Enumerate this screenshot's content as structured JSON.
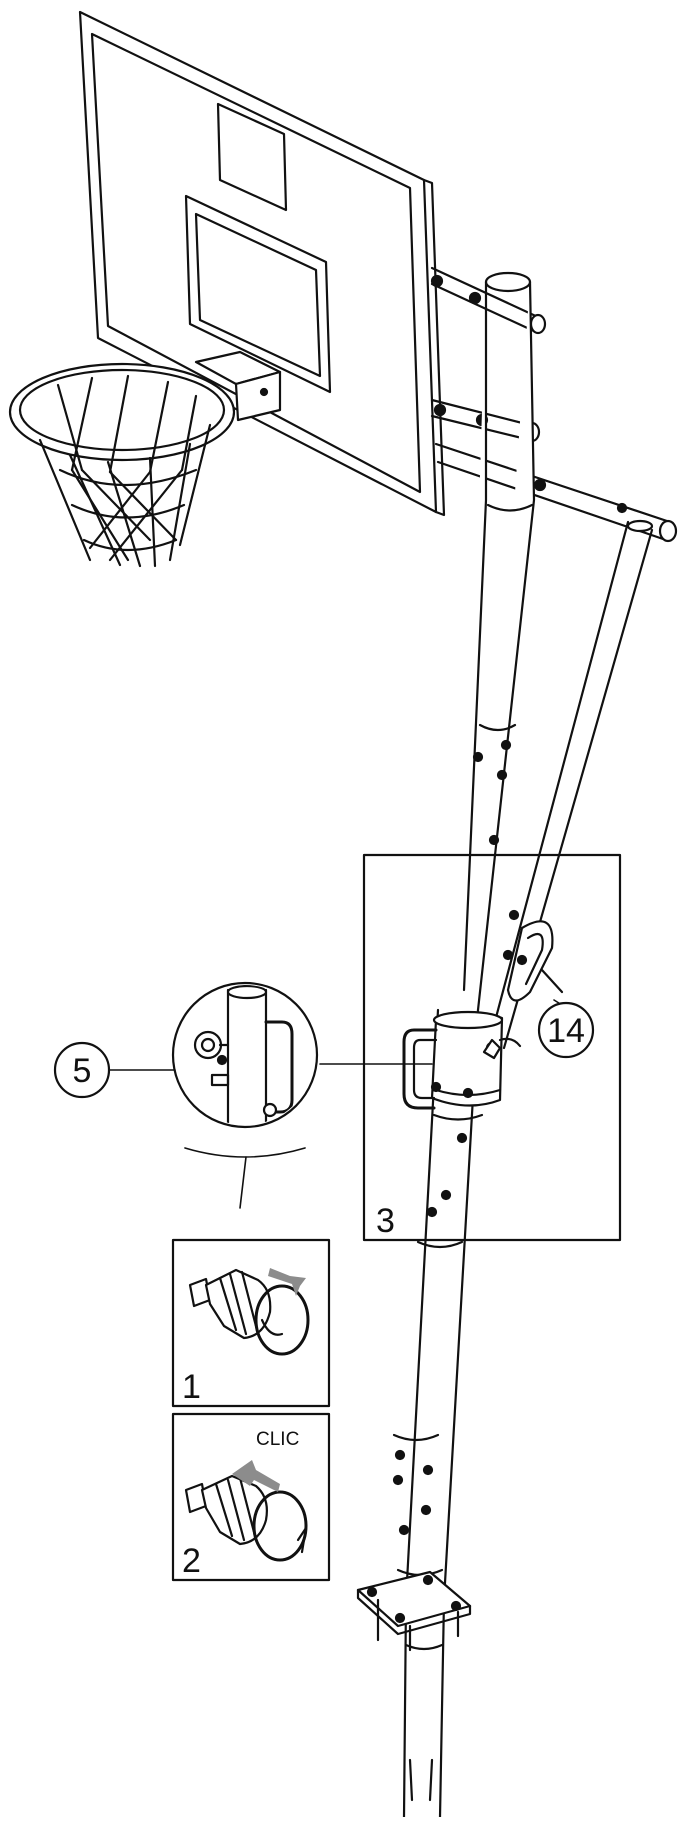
{
  "callouts": {
    "part_5": "5",
    "part_14": "14",
    "panel_3": "3",
    "step_1": "1",
    "step_2": "2",
    "clic": "CLIC"
  },
  "colors": {
    "line": "#111111",
    "arrow": "#8c8c8c",
    "background": "#ffffff"
  }
}
